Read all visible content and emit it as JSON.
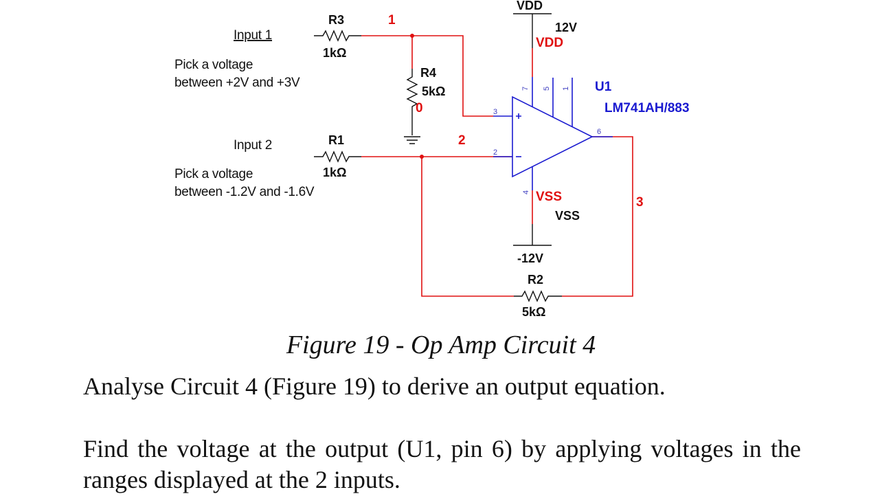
{
  "schematic": {
    "r3": {
      "ref": "R3",
      "value": "1kΩ"
    },
    "r4": {
      "ref": "R4",
      "value": "5kΩ"
    },
    "r1": {
      "ref": "R1",
      "value": "1kΩ"
    },
    "r2": {
      "ref": "R2",
      "value": "5kΩ"
    },
    "input1": {
      "label": "Input 1",
      "note_line1": "Pick a voltage",
      "note_line2": "between +2V and +3V"
    },
    "input2": {
      "label": "Input 2",
      "note_line1": "Pick a voltage",
      "note_line2": "between -1.2V and -1.6V"
    },
    "nets": {
      "n1": "1",
      "n2": "2",
      "n3": "3",
      "n0": "0"
    },
    "supply": {
      "vdd_top": "VDD",
      "vdd_voltage": "12V",
      "vdd_net": "VDD",
      "vss_net": "VSS",
      "vss_label": "VSS",
      "vss_voltage": "-12V"
    },
    "opamp": {
      "ref": "U1",
      "part": "LM741AH/883",
      "plus": "+",
      "minus": "-",
      "pins": {
        "p3": "3",
        "p2": "2",
        "p7": "7",
        "p5": "5",
        "p1": "1",
        "p6": "6",
        "p4": "4"
      }
    },
    "colors": {
      "wire": "#e01010",
      "component": "#111111",
      "opamp": "#1a1ad0"
    }
  },
  "caption": "Figure 19 - Op Amp Circuit 4",
  "paragraphs": [
    "Analyse Circuit 4 (Figure 19) to derive an output equation.",
    "Find the voltage at the output (U1, pin 6) by applying voltages in the ranges displayed at the 2 inputs."
  ]
}
